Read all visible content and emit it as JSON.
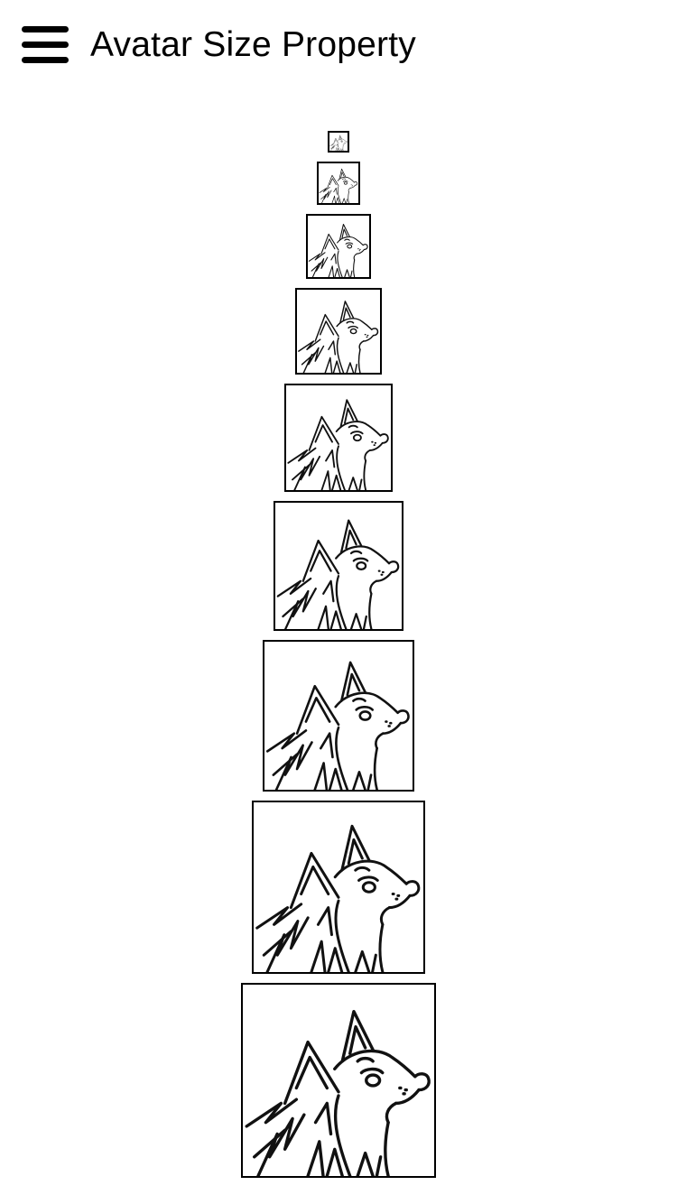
{
  "header": {
    "title": "Avatar Size Property",
    "menu_icon": "hamburger-menu-icon"
  },
  "avatars": [
    {
      "size": "extra-extra-small",
      "image": "husky-line-drawing"
    },
    {
      "size": "extra-small",
      "image": "husky-line-drawing"
    },
    {
      "size": "small",
      "image": "husky-line-drawing"
    },
    {
      "size": "medium",
      "image": "husky-line-drawing"
    },
    {
      "size": "large",
      "image": "husky-line-drawing"
    },
    {
      "size": "extra-large",
      "image": "husky-line-drawing"
    },
    {
      "size": "extra-extra-large",
      "image": "husky-line-drawing"
    },
    {
      "size": "extra-extra-extra-large",
      "image": "husky-line-drawing"
    },
    {
      "size": "huge",
      "image": "husky-line-drawing"
    }
  ],
  "colors": {
    "background": "#ffffff",
    "text": "#000000",
    "border": "#000000"
  }
}
